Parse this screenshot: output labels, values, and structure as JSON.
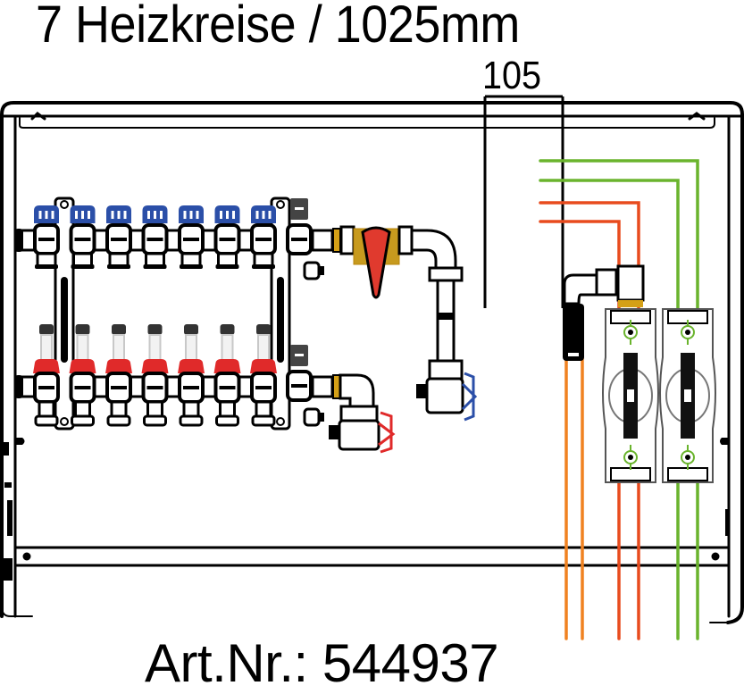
{
  "title": "7 Heizkreise / 1025mm",
  "dimension_label": "105",
  "article_number": "Art.Nr.: 544937",
  "manifold": {
    "circuit_count": 7,
    "supply_cap_color": "#2b4fa8",
    "return_cap_color": "#e02a2a",
    "flow_meter_cap_color": "#333333"
  },
  "colors": {
    "outline": "#000000",
    "brass": "#d4a017",
    "brass_flange": "#c79a1e",
    "valve_red": "#e02a2a",
    "valve_blue": "#2b4fa8",
    "pipe_green": "#6ab42d",
    "pipe_red": "#e84b1e",
    "pipe_orange": "#f08221",
    "dirt_trap_red": "#e03a2e",
    "pump_gray": "#555555"
  },
  "pipes": {
    "green": "green-pipes",
    "red": "red-pipes",
    "orange": "orange-pipes"
  }
}
